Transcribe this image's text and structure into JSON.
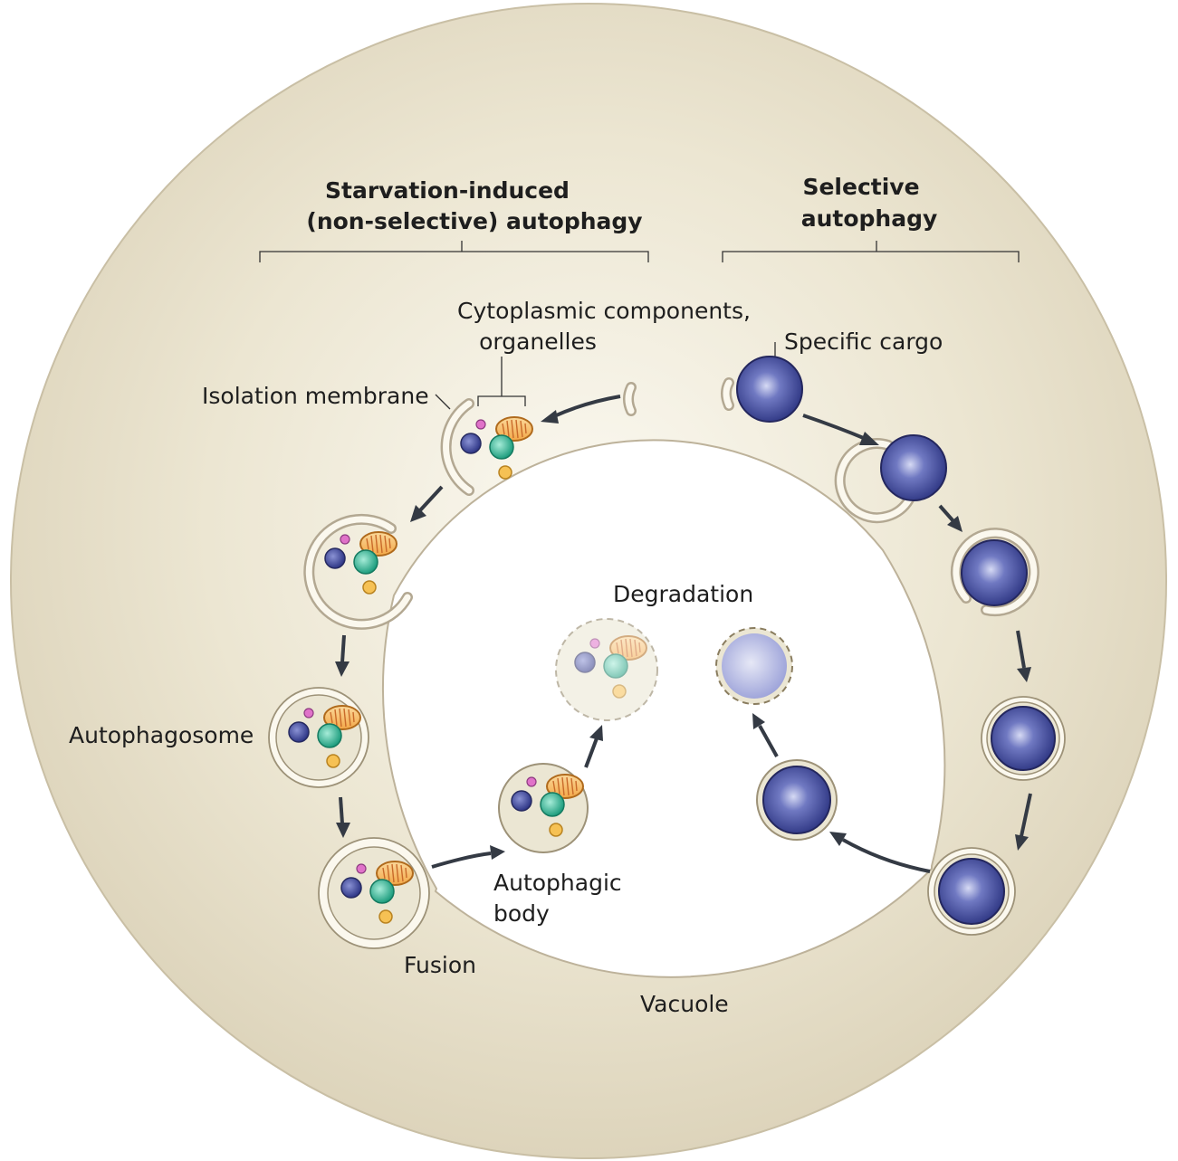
{
  "labels": {
    "starvation_line1": "Starvation-induced",
    "starvation_line2": "(non-selective) autophagy",
    "selective_line1": "Selective",
    "selective_line2": "autophagy",
    "cytoplasmic_line1": "Cytoplasmic components,",
    "cytoplasmic_line2": "organelles",
    "isolation_membrane": "Isolation membrane",
    "specific_cargo": "Specific cargo",
    "autophagosome": "Autophagosome",
    "degradation": "Degradation",
    "autophagic_body_line1": "Autophagic",
    "autophagic_body_line2": "body",
    "fusion": "Fusion",
    "vacuole": "Vacuole"
  },
  "colors": {
    "cytoplasm": "#ebe6d3",
    "vacuole": "#ffffff",
    "membrane": "#b3a892",
    "arrow": "#343a44",
    "cargo": "#3d4597",
    "mitochondrion": "#f6b35c",
    "organelle_blue": "#3d4597",
    "organelle_teal": "#30b394",
    "organelle_yellow": "#f6c154",
    "organelle_pink": "#e072c9"
  },
  "icons": {
    "mitochondrion": "mitochondrion-icon",
    "cargo": "cargo-sphere-icon"
  }
}
